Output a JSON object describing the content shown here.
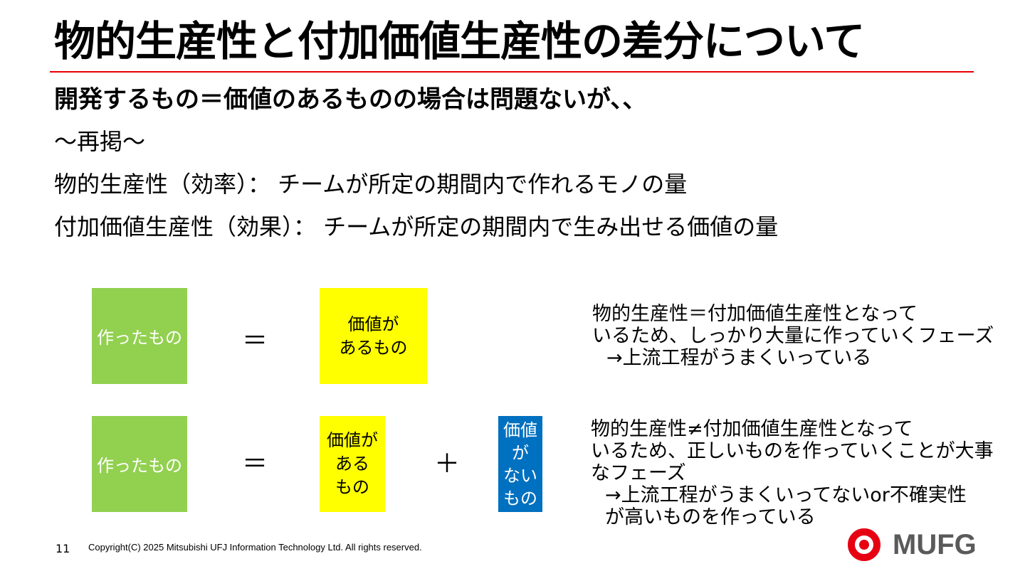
{
  "header": {
    "title": "物的生産性と付加価値生産性の差分について",
    "subtitle": "開発するもの＝価値のあるものの場合は問題ないが、、",
    "rule_color": "#e60000"
  },
  "body_lines": [
    "〜再掲〜",
    "物的生産性（効率）： チームが所定の期間内で作れるモノの量",
    "付加価値生産性（効果）： チームが所定の期間内で生み出せる価値の量"
  ],
  "diagram": {
    "row1": {
      "made": "作ったもの",
      "equals": "＝",
      "valuable": [
        "価値が",
        "あるもの"
      ],
      "description": [
        "物的生産性＝付加価値生産性となって",
        "いるため、しっかり大量に作っていくフェーズ",
        "→上流工程がうまくいっている"
      ]
    },
    "row2": {
      "made": "作ったもの",
      "equals": "＝",
      "valuable": [
        "価値が",
        "ある",
        "もの"
      ],
      "plus": "＋",
      "not_valuable": [
        "価値",
        "が",
        "ない",
        "もの"
      ],
      "description": [
        "物的生産性≠付加価値生産性となって",
        "いるため、正しいものを作っていくことが大事",
        "なフェーズ",
        "→上流工程がうまくいってないor不確実性",
        "が高いものを作っている"
      ]
    },
    "colors": {
      "green": "#92d050",
      "yellow": "#ffff00",
      "blue": "#0070c0"
    }
  },
  "footer": {
    "page_number": "11",
    "copyright": "Copyright(C) 2025 Mitsubishi UFJ Information Technology Ltd.  All rights reserved.",
    "logo_text": "MUFG",
    "logo_icon": "mufg-ring-icon",
    "logo_color": "#e60012"
  }
}
